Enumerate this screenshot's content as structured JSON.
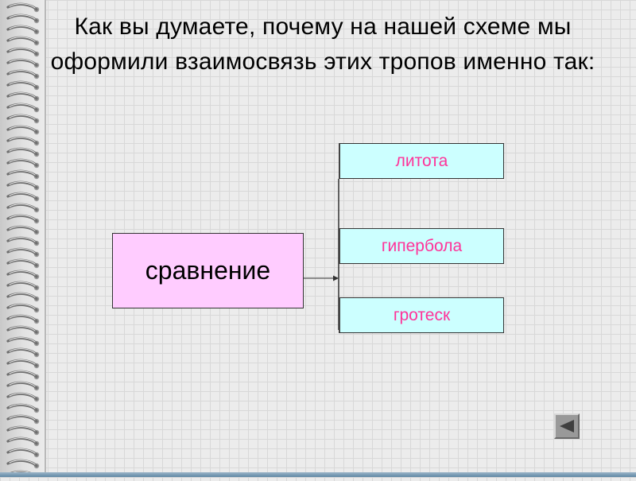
{
  "slide": {
    "title": "Как вы думаете, почему на нашей схеме мы оформили взаимосвязь этих тропов именно так:"
  },
  "diagram": {
    "main": "сравнение",
    "branches": [
      "литота",
      "гипербола",
      "гротеск"
    ]
  },
  "navigation": {
    "back_icon": "triangle-left-icon"
  },
  "colors": {
    "main_fill": "#ffccff",
    "branch_fill": "#ccffff",
    "branch_text": "#ff3399"
  }
}
